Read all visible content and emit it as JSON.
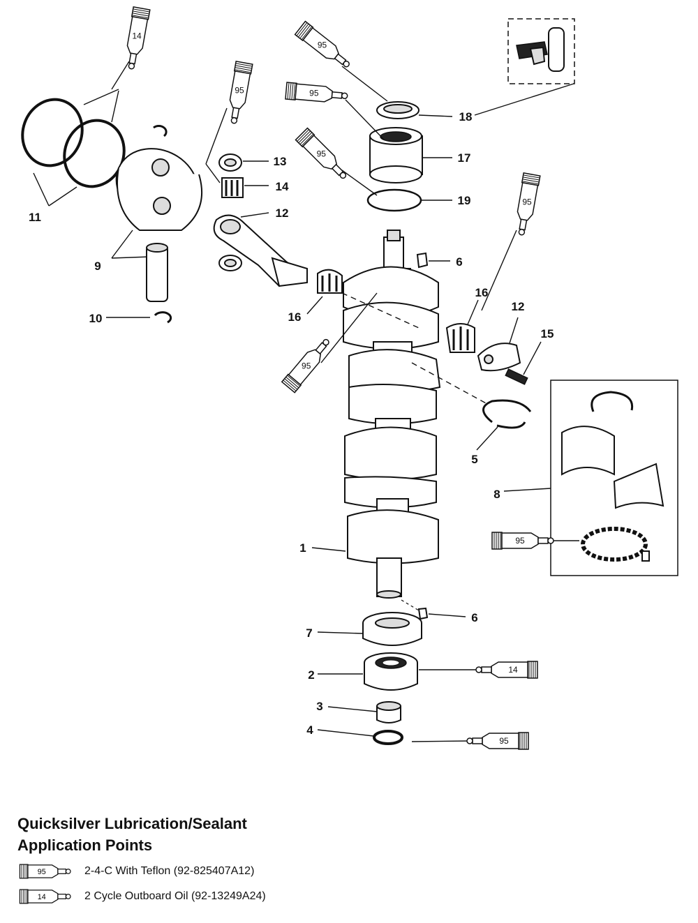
{
  "callouts": {
    "c1": "1",
    "c2": "2",
    "c3": "3",
    "c4": "4",
    "c5": "5",
    "c6a": "6",
    "c6b": "6",
    "c7": "7",
    "c8": "8",
    "c9": "9",
    "c10": "10",
    "c11": "11",
    "c12a": "12",
    "c12b": "12",
    "c13": "13",
    "c14": "14",
    "c15": "15",
    "c16a": "16",
    "c16b": "16",
    "c17": "17",
    "c18": "18",
    "c19": "19"
  },
  "tubes": {
    "t1": "14",
    "t2": "95",
    "t3": "95",
    "t4": "95",
    "t5": "95",
    "t6": "95",
    "t7": "95",
    "t8": "95",
    "t9": "14",
    "t10": "95"
  },
  "legend": {
    "title_line1": "Quicksilver Lubrication/Sealant",
    "title_line2": "Application Points",
    "items": [
      {
        "code": "95",
        "description": "2-4-C  With Teflon (92-825407A12)"
      },
      {
        "code": "14",
        "description": "2 Cycle Outboard Oil (92-13249A24)"
      }
    ]
  }
}
